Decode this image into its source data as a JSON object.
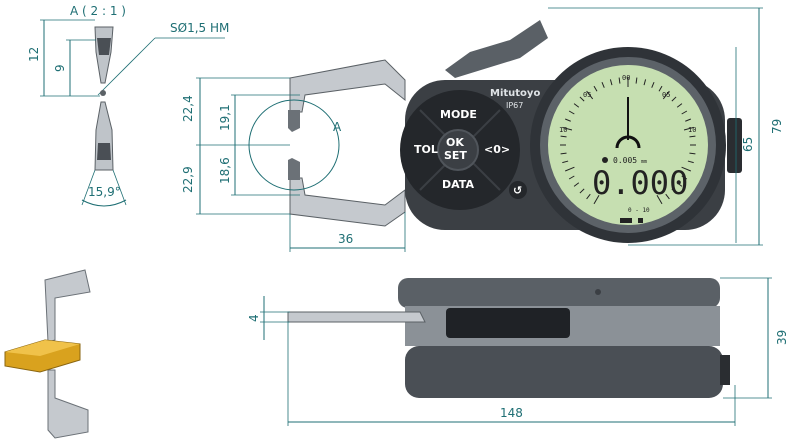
{
  "detail": {
    "title": "A ( 2 : 1 )",
    "tip_spec": "SØ1,5 HM",
    "dim_total": "12",
    "dim_inner": "9",
    "dim_angle": "15,9°"
  },
  "front": {
    "dim_upper_outer": "22,4",
    "dim_upper_inner": "19,1",
    "dim_lower_outer": "22,9",
    "dim_lower_inner": "18,6",
    "circle_label": "A",
    "dim_jaw_width": "36",
    "dim_height": "79",
    "dim_dial": "65",
    "brand": "Mitutoyo",
    "ip_rating": "IP67",
    "buttons": {
      "mode": "MODE",
      "tol": "TOL",
      "ok": "OK",
      "set": "SET",
      "zero": "<0>",
      "data": "DATA"
    },
    "display": {
      "reading": "0.000",
      "resolution": "0.005",
      "resolution_unit": "mm",
      "range": "0 - 10",
      "scale_top": "00",
      "scale_left_upper": "05",
      "scale_right_upper": "05",
      "scale_left_lower": "10",
      "scale_right_lower": "10"
    }
  },
  "side": {
    "dim_thickness": "4",
    "dim_length": "148",
    "dim_depth": "39"
  },
  "colors": {
    "dimension": "#1f6f74",
    "body": "#3b3f44",
    "lcd": "#c6dfb1",
    "workpiece": "#d9a21e"
  }
}
